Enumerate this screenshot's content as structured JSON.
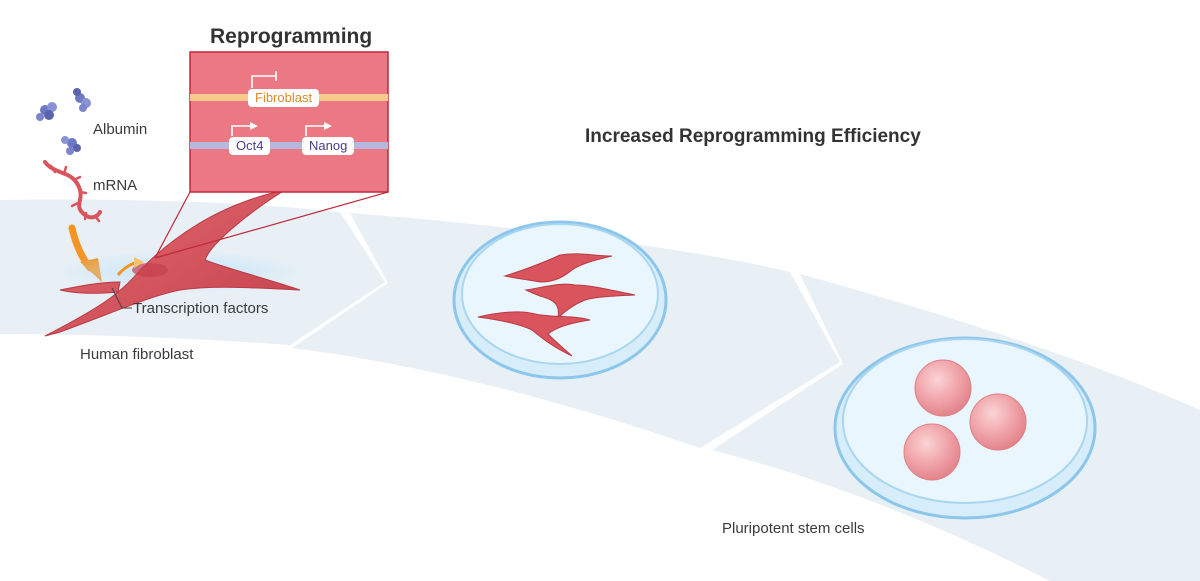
{
  "titles": {
    "reprogramming": "Reprogramming",
    "efficiency": "Increased Reprogramming Efficiency"
  },
  "labels": {
    "albumin": "Albumin",
    "mrna": "mRNA",
    "transcription_factors": "Transcription factors",
    "human_fibroblast": "Human fibroblast",
    "pluripotent_stem_cells": "Pluripotent stem cells"
  },
  "genes": {
    "fibroblast": "Fibroblast",
    "oct4": "Oct4",
    "nanog": "Nanog"
  },
  "colors": {
    "band": "#e8f0f6",
    "cell": "#d9545c",
    "cell_dark": "#b83a44",
    "inset_bg": "#ec7884",
    "inset_border": "#c0283a",
    "gene_line_fibroblast": "#f7c98a",
    "gene_line_pluripotency": "#b6b8e0",
    "fibroblast_text": "#d98a2a",
    "pluripotency_text": "#4b3a8c",
    "arrow": "#f39423",
    "dish": "#9fd0ee",
    "colony": "#f0a3a8",
    "albumin": "#6f78c2"
  }
}
